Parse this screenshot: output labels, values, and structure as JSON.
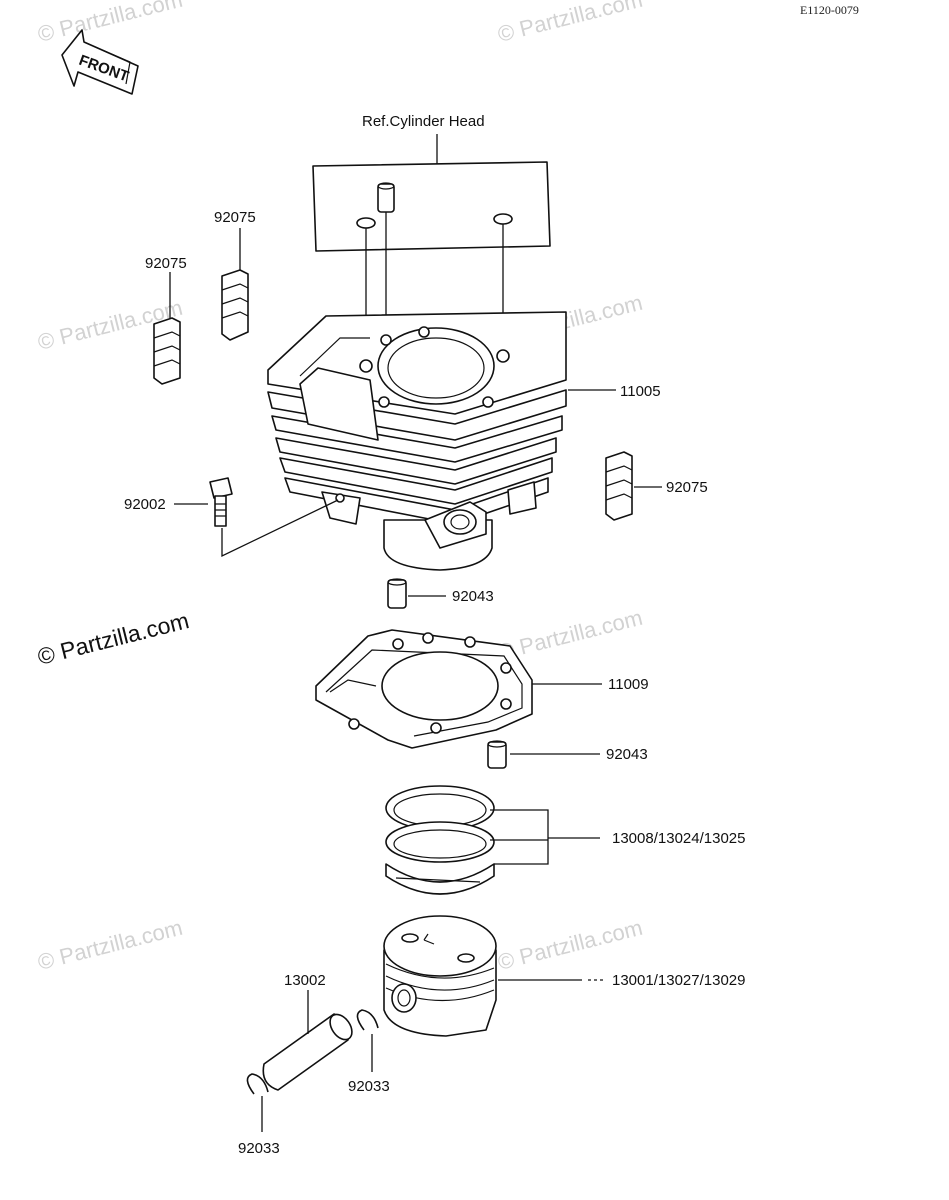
{
  "diagram_code": "E1120-0079",
  "front_label": "FRONT",
  "ref_label": "Ref.Cylinder Head",
  "watermark_text": "© Partzilla.com",
  "watermark_faint": "© Partzilla.com",
  "parts": {
    "cylinder": "11005",
    "gasket": "11009",
    "bolt": "92002",
    "dowel_upper": "92043",
    "dowel_lower": "92043",
    "damper_left_top": "92075",
    "damper_left": "92075",
    "damper_right": "92075",
    "rings": "13008/13024/13025",
    "piston": "13001/13027/13029",
    "pin": "13002",
    "circlip_right": "92033",
    "circlip_left": "92033"
  },
  "colors": {
    "ink": "#111111",
    "watermark": "#d2d2d2"
  }
}
